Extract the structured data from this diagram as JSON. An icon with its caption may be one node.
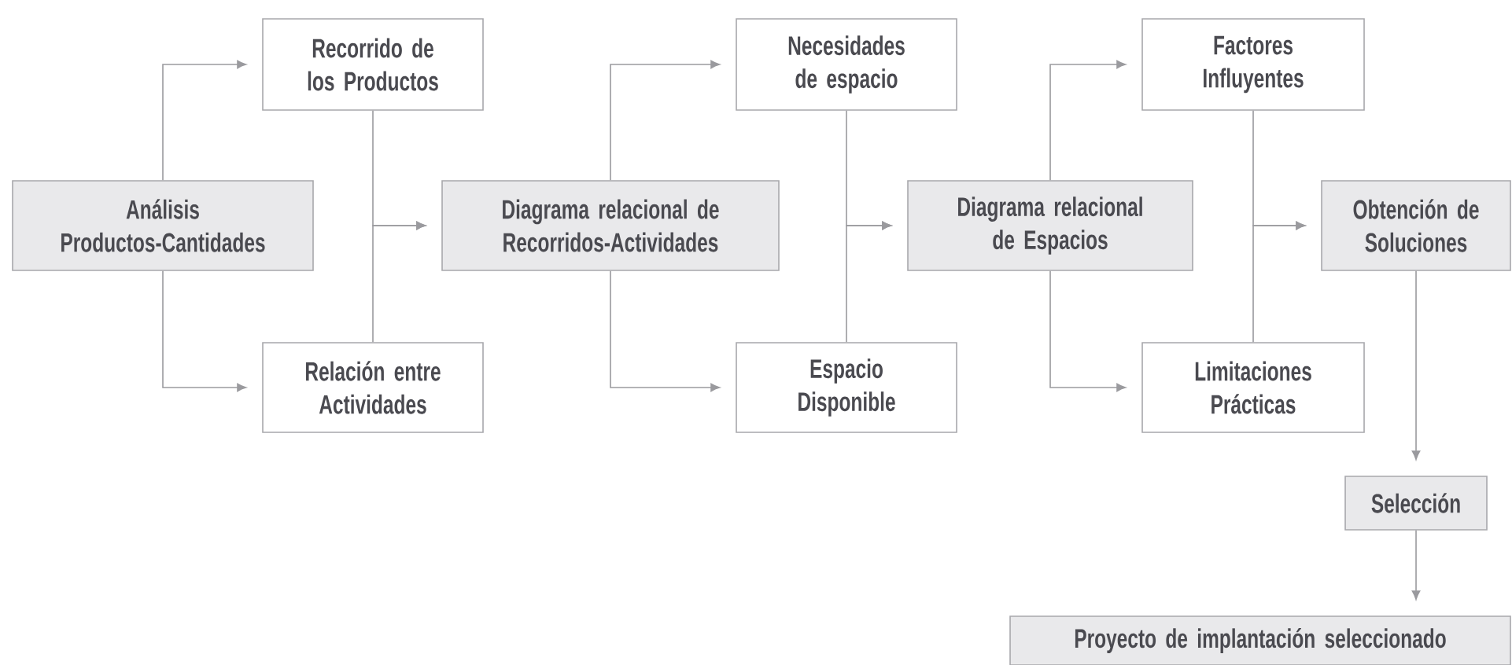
{
  "diagram": {
    "nodes": [
      {
        "text": [
          "Análisis Productos-Cantidades"
        ]
      },
      {
        "text": [
          "Recorrido de los Productos"
        ]
      },
      {
        "text": [
          "Relación entre Actividades"
        ]
      },
      {
        "text": [
          "Diagrama relacional de Recorridos-Actividades"
        ]
      },
      {
        "text": [
          "Necesidades de espacio"
        ]
      },
      {
        "text": [
          "Espacio Disponible"
        ]
      },
      {
        "text": [
          "Diagrama relacional de Espacios"
        ]
      },
      {
        "text": [
          "Factores Influyentes"
        ]
      },
      {
        "text": [
          "Limitaciones Prácticas"
        ]
      },
      {
        "text": [
          "Obtención de Soluciones"
        ]
      },
      {
        "text": [
          "Selección"
        ]
      },
      {
        "text": [
          "Proyecto de implantación seleccionado"
        ]
      }
    ],
    "edges": [
      {
        "from": 0,
        "to": 1,
        "arrow": "to"
      },
      {
        "from": 0,
        "to": 2,
        "arrow": "to"
      },
      {
        "from": 1,
        "to": 3,
        "arrow": "to"
      },
      {
        "from": 2,
        "to": 3,
        "arrow": "to"
      },
      {
        "from": 3,
        "to": 4,
        "arrow": "to"
      },
      {
        "from": 3,
        "to": 5,
        "arrow": "to"
      },
      {
        "from": 4,
        "to": 6,
        "arrow": "to"
      },
      {
        "from": 5,
        "to": 6,
        "arrow": "to"
      },
      {
        "from": 6,
        "to": 7,
        "arrow": "to"
      },
      {
        "from": 6,
        "to": 8,
        "arrow": "to"
      },
      {
        "from": 7,
        "to": 9,
        "arrow": "to"
      },
      {
        "from": 8,
        "to": 9,
        "arrow": "to"
      },
      {
        "from": 9,
        "to": 10,
        "arrow": "to"
      },
      {
        "from": 10,
        "to": 11,
        "arrow": "to"
      }
    ]
  }
}
